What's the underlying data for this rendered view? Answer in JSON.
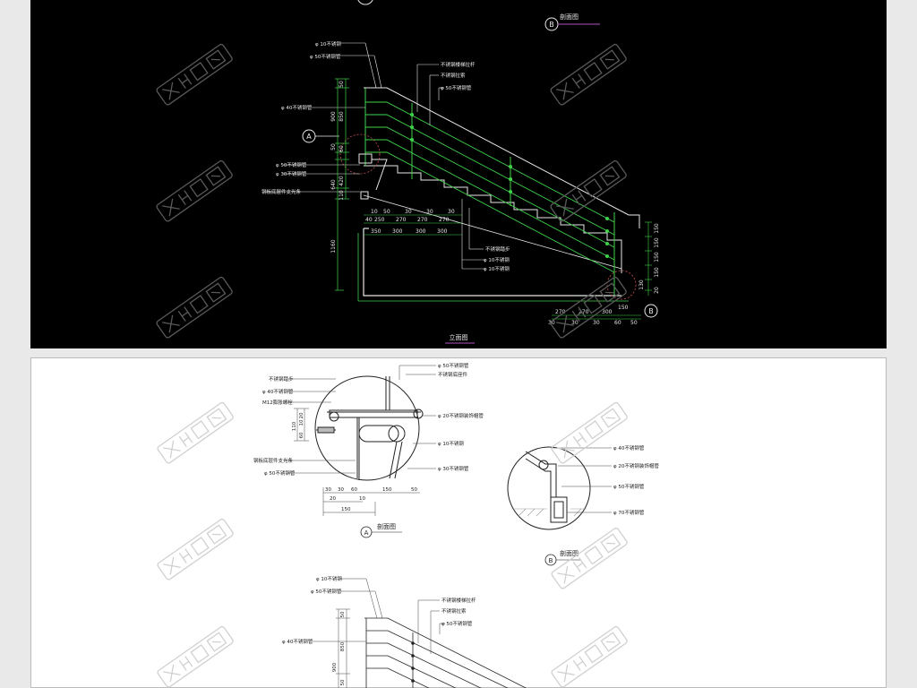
{
  "colors": {
    "cad_bg": "#000000",
    "paper_bg": "#ffffff",
    "frame_bg": "#e9e9e9",
    "line_green": "#3fd34a",
    "line_white": "#e8e8e8",
    "line_yellow": "#d8d84a",
    "callout_red": "#c85050",
    "axis_magenta": "#b050c0",
    "watermark": "#9a9a9a"
  },
  "top": {
    "view_title": "立面图",
    "side_view_title": "剖面图",
    "circle_a": "A",
    "circle_b": "B",
    "left_labels": [
      "φ 10不锈钢",
      "φ 50不锈钢管",
      "φ 40不锈钢管",
      "φ 50不锈钢管",
      "φ 30不锈钢管",
      "钢板底层件支光条"
    ],
    "right_labels": [
      "不锈钢楼梯拉杆",
      "不锈钢拉索",
      "φ 50不锈钢管"
    ],
    "bottom_labels": [
      "不锈钢踏步",
      "φ 10不锈钢",
      "φ 10不锈钢"
    ],
    "left_dims": [
      "50",
      "850",
      "900",
      "60",
      "50",
      "640",
      "420",
      "110",
      "1160"
    ],
    "tread_dims_top": [
      "10",
      "50",
      "30",
      "30",
      "30"
    ],
    "tread_dims_mid": [
      "40",
      "250",
      "270",
      "270",
      "270"
    ],
    "tread_dims_bottom": [
      "350",
      "300",
      "300",
      "300"
    ],
    "right_dims": [
      "150",
      "150",
      "150",
      "150",
      "130",
      "20"
    ],
    "foot_dims_top": [
      "270",
      "270",
      "300",
      "150"
    ],
    "foot_dims_bottom": [
      "30",
      "30",
      "30",
      "60",
      "50"
    ]
  },
  "detail_a": {
    "title": "剖面图",
    "circle": "A",
    "left_labels": [
      "不锈钢踏步",
      "φ 40不锈钢管",
      "M12膨胀螺栓",
      "钢板底层件支光条",
      "φ 50不锈钢管"
    ],
    "right_labels": [
      "φ 50不锈钢管",
      "不锈钢底座件",
      "φ 20不锈钢装饰帽管",
      "φ 10不锈钢",
      "φ 30不锈钢管"
    ],
    "dims_vertical": [
      "110",
      "20",
      "10",
      "60"
    ],
    "dims_row1": [
      "30",
      "30",
      "60",
      "150",
      "50"
    ],
    "dims_row2": [
      "20",
      "10"
    ],
    "dims_row3": [
      "150"
    ]
  },
  "detail_b": {
    "title": "剖面图",
    "circle": "B",
    "labels": [
      "φ 40不锈钢管",
      "φ 20不锈钢装饰帽管",
      "φ 50不锈钢管",
      "φ 70不锈钢管"
    ]
  },
  "lower": {
    "left_labels": [
      "φ 10不锈钢",
      "φ 50不锈钢管",
      "φ 40不锈钢管"
    ],
    "right_labels": [
      "不锈钢楼梯拉杆",
      "不锈钢拉索",
      "φ 50不锈钢管"
    ],
    "dims": [
      "50",
      "850",
      "900",
      "50"
    ]
  }
}
